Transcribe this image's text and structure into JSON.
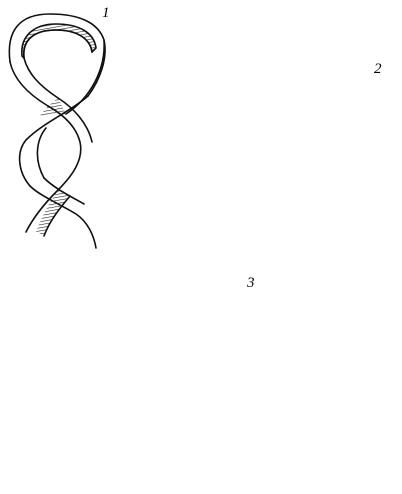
{
  "steps": [
    {
      "number": "1"
    },
    {
      "number": "2"
    },
    {
      "number": "3"
    }
  ],
  "colors": {
    "ink": "#111111",
    "hatch": "#222222",
    "paper": "#ffffff"
  }
}
